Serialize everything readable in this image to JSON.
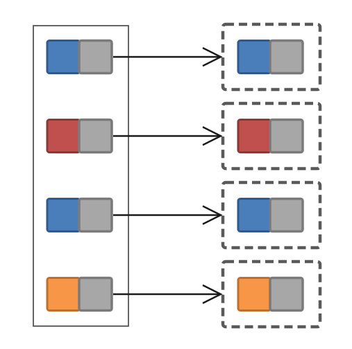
{
  "colors": {
    "background": "#ffffff",
    "source_frame": "#555555",
    "target_frame": "#5a5a5a",
    "arrow": "#1a1a1a",
    "gray_block_fill": "#a7a7a7",
    "gray_block_stroke": "#7a7a7a"
  },
  "source_group": {
    "frame_style": "solid",
    "items": [
      {
        "color_block": {
          "fill": "#4a7ebb",
          "stroke": "#2f5a8f"
        },
        "gray_block": true
      },
      {
        "color_block": {
          "fill": "#c0504d",
          "stroke": "#8c3836"
        },
        "gray_block": true
      },
      {
        "color_block": {
          "fill": "#4a7ebb",
          "stroke": "#2f5a8f"
        },
        "gray_block": true
      },
      {
        "color_block": {
          "fill": "#f79646",
          "stroke": "#c06f2c"
        },
        "gray_block": true
      }
    ]
  },
  "target_group": {
    "frame_style": "dashed",
    "items": [
      {
        "color_block": {
          "fill": "#4a7ebb",
          "stroke": "#2f5a8f"
        },
        "gray_block": true
      },
      {
        "color_block": {
          "fill": "#c0504d",
          "stroke": "#8c3836"
        },
        "gray_block": true
      },
      {
        "color_block": {
          "fill": "#4a7ebb",
          "stroke": "#2f5a8f"
        },
        "gray_block": true
      },
      {
        "color_block": {
          "fill": "#f79646",
          "stroke": "#c06f2c"
        },
        "gray_block": true
      }
    ]
  },
  "connections": [
    {
      "from": 0,
      "to": 0,
      "arrowhead": "open-chevron"
    },
    {
      "from": 1,
      "to": 1,
      "arrowhead": "open-chevron"
    },
    {
      "from": 2,
      "to": 2,
      "arrowhead": "open-chevron"
    },
    {
      "from": 3,
      "to": 3,
      "arrowhead": "open-chevron"
    }
  ]
}
